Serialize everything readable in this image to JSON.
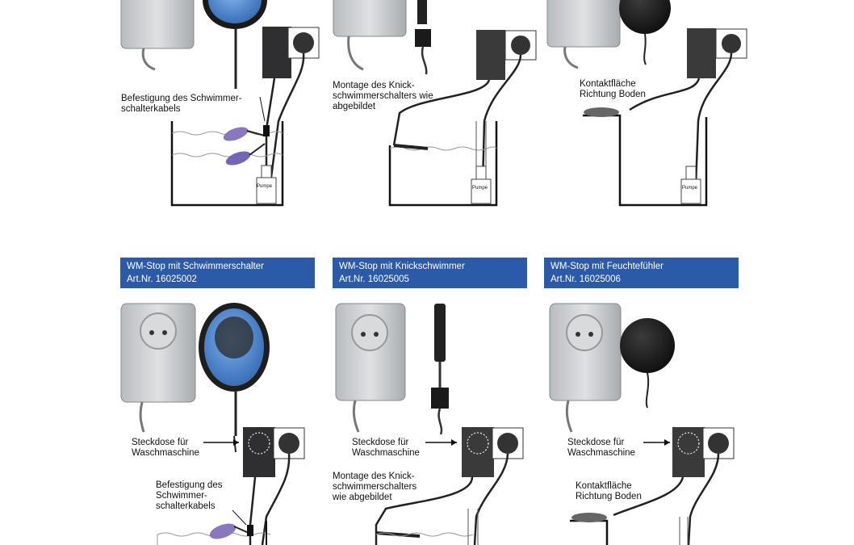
{
  "top_row": {
    "col1": {
      "label_lines": [
        "Befestigung des Schwimmer-",
        "schalterkabels"
      ],
      "pump_label": "Pumpe"
    },
    "col2": {
      "label_lines": [
        "Montage des Knick-",
        "schwimmerschalters wie",
        "abgebildet"
      ],
      "pump_label": "Pumpe"
    },
    "col3": {
      "label_lines": [
        "Kontaktfläche",
        "Richtung Boden"
      ],
      "pump_label": "Pumpe"
    }
  },
  "bottom_row": {
    "col1": {
      "title": "WM-Stop mit Schwimmerschalter",
      "article": "Art.Nr. 16025002",
      "socket_label_lines": [
        "Steckdose für",
        "Waschmaschine"
      ],
      "label_lines": [
        "Befestigung des",
        "Schwimmer-",
        "schalterkabels"
      ]
    },
    "col2": {
      "title": "WM-Stop mit Knickschwimmer",
      "article": "Art.Nr. 16025005",
      "socket_label_lines": [
        "Steckdose für",
        "Waschmaschine"
      ],
      "label_lines": [
        "Montage des Knick-",
        "schwimmerschalters",
        "wie abgebildet"
      ]
    },
    "col3": {
      "title": "WM-Stop mit Feuchtefühler",
      "article": "Art.Nr. 16025006",
      "socket_label_lines": [
        "Steckdose für",
        "Waschmaschine"
      ],
      "label_lines": [
        "Kontaktfläche",
        "Richtung Boden"
      ]
    }
  },
  "colors": {
    "banner": "#2b5aa8",
    "float_blue": "#4a7fc4",
    "float_purple": "#8a77c0",
    "device_grey": "#c9cccf",
    "dark_box": "#2f2f31"
  }
}
